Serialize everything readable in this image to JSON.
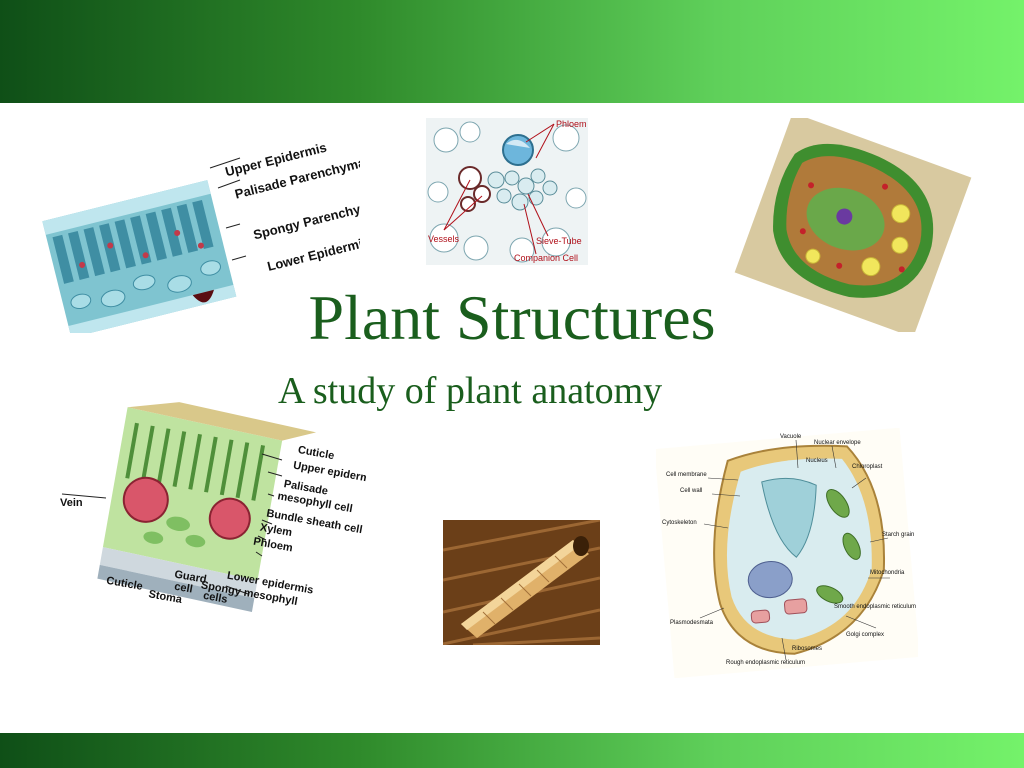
{
  "slide": {
    "title": "Plant Structures",
    "subtitle": "A study of plant anatomy",
    "colors": {
      "band_dark": "#0f4f17",
      "band_light": "#74f26a",
      "title": "#1a5e1d"
    }
  },
  "leaf_section_top": {
    "labels": [
      "Upper Epidermis",
      "Palisade Parenchyma",
      "Spongy Parenchyma",
      "Lower Epidermis"
    ]
  },
  "stem_section": {
    "labels": {
      "phloem": "Phloem",
      "vessels": "Vessels",
      "sieve": "Sieve-Tube",
      "companion": "Companion Cell"
    }
  },
  "leaf_section_3d": {
    "labels": {
      "cuticle_top": "Cuticle",
      "upper_epidermis": "Upper epidermis",
      "palisade": "Palisade",
      "palisade2": "mesophyll cell",
      "bundle": "Bundle sheath cell",
      "xylem": "Xylem",
      "phloem": "Phloem",
      "vein": "Vein",
      "lower_epidermis": "Lower epidermis",
      "spongy": "Spongy mesophyll",
      "guard": "Guard",
      "guard2": "cell",
      "cells": "cells",
      "cuticle_bottom": "Cuticle",
      "stoma": "Stoma"
    }
  },
  "plant_cell_diagram": {
    "labels": [
      "Vacuole",
      "Nuclear envelope",
      "Nucleus",
      "Chloroplast",
      "Cell membrane",
      "Cell wall",
      "Cytoskeleton",
      "Starch grain",
      "Mitochondria",
      "Golgi complex",
      "Ribosomes",
      "Plasmodesmata",
      "Rough endoplasmic reticulum",
      "Smooth endoplasmic reticulum"
    ]
  }
}
